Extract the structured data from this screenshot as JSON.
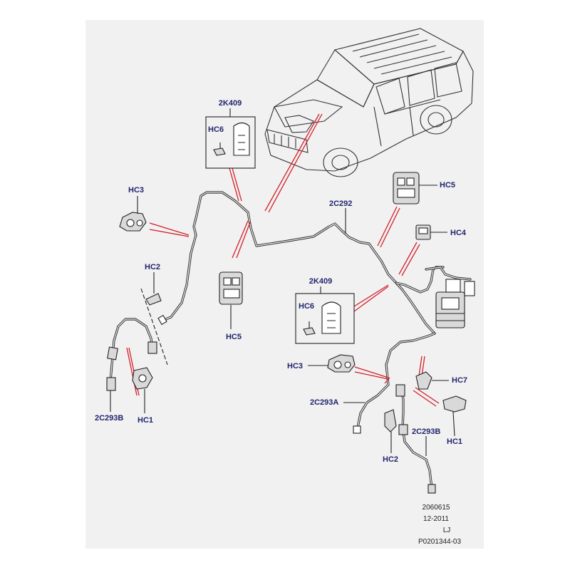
{
  "labels": {
    "kit_top": "2K409",
    "kit_top_hc6": "HC6",
    "kit_mid": "2K409",
    "kit_mid_hc6": "HC6",
    "hc3_left": "HC3",
    "hc2_left": "HC2",
    "hc5_center": "HC5",
    "hc5_right": "HC5",
    "hc4": "HC4",
    "pipe_2c292": "2C292",
    "hc3_right": "HC3",
    "hc7": "HC7",
    "pipe_2c293a": "2C293A",
    "hose_2c293b_left": "2C293B",
    "hc1_left": "HC1",
    "hc2_right": "HC2",
    "hose_2c293b_right": "2C293B",
    "hc1_right": "HC1"
  },
  "footer": {
    "ref_code": "2060615",
    "date": "12-2011",
    "author": "LJ",
    "part_code": "P0201344-03"
  },
  "colors": {
    "label": "#21256e",
    "leader": "#d31f2a",
    "panel": "#f1f1f1"
  }
}
